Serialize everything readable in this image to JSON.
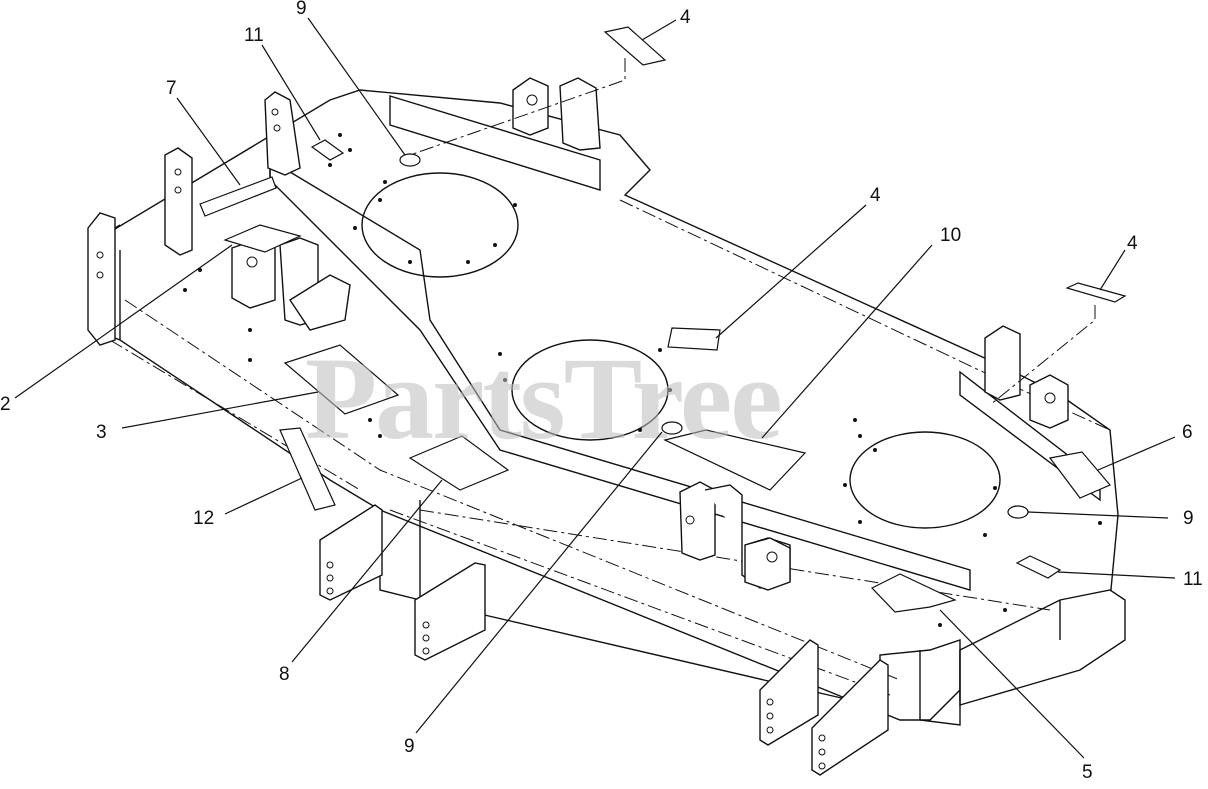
{
  "watermark": {
    "text": "PartsTree"
  },
  "callouts": [
    {
      "id": "c9-top",
      "label": "9"
    },
    {
      "id": "c11-top",
      "label": "11"
    },
    {
      "id": "c7",
      "label": "7"
    },
    {
      "id": "c4-top",
      "label": "4"
    },
    {
      "id": "c4-mid",
      "label": "4"
    },
    {
      "id": "c10",
      "label": "10"
    },
    {
      "id": "c4-right",
      "label": "4"
    },
    {
      "id": "c2",
      "label": "2"
    },
    {
      "id": "c3",
      "label": "3"
    },
    {
      "id": "c6",
      "label": "6"
    },
    {
      "id": "c12",
      "label": "12"
    },
    {
      "id": "c9-right",
      "label": "9"
    },
    {
      "id": "c11-right",
      "label": "11"
    },
    {
      "id": "c8",
      "label": "8"
    },
    {
      "id": "c9-bottom",
      "label": "9"
    },
    {
      "id": "c5",
      "label": "5"
    }
  ]
}
